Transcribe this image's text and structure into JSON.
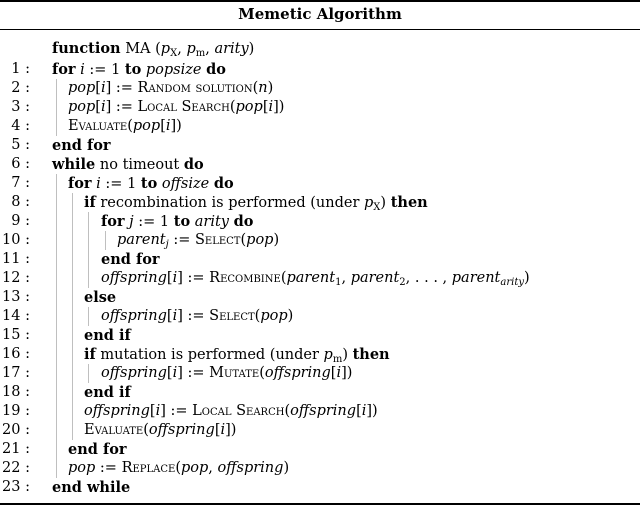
{
  "title": "Memetic Algorithm",
  "header": {
    "function_kw": "function",
    "name": "MA",
    "params": "(p_X, p_m, arity)"
  },
  "lines": [
    {
      "num": "1 :",
      "indent": 0,
      "text": "for i := 1 to popsize do"
    },
    {
      "num": "2 :",
      "indent": 1,
      "text": "pop[i] := Random solution(n)"
    },
    {
      "num": "3 :",
      "indent": 1,
      "text": "pop[i] := Local Search(pop[i])"
    },
    {
      "num": "4 :",
      "indent": 1,
      "text": "Evaluate(pop[i])"
    },
    {
      "num": "5 :",
      "indent": 0,
      "text": "end for"
    },
    {
      "num": "6 :",
      "indent": 0,
      "text": "while no timeout do"
    },
    {
      "num": "7 :",
      "indent": 1,
      "text": "for i := 1 to offsize do"
    },
    {
      "num": "8 :",
      "indent": 2,
      "text": "if recombination is performed (under p_X) then"
    },
    {
      "num": "9 :",
      "indent": 3,
      "text": "for j := 1 to arity do"
    },
    {
      "num": "10 :",
      "indent": 4,
      "text": "parent_j := Select(pop)"
    },
    {
      "num": "11 :",
      "indent": 3,
      "text": "end for"
    },
    {
      "num": "12 :",
      "indent": 3,
      "text": "offspring[i] := Recombine(parent_1, parent_2, ..., parent_arity)"
    },
    {
      "num": "13 :",
      "indent": 2,
      "text": "else"
    },
    {
      "num": "14 :",
      "indent": 3,
      "text": "offspring[i] := Select(pop)"
    },
    {
      "num": "15 :",
      "indent": 2,
      "text": "end if"
    },
    {
      "num": "16 :",
      "indent": 2,
      "text": "if mutation is performed (under p_m) then"
    },
    {
      "num": "17 :",
      "indent": 3,
      "text": "offspring[i] := Mutate(offspring[i])"
    },
    {
      "num": "18 :",
      "indent": 2,
      "text": "end if"
    },
    {
      "num": "19 :",
      "indent": 2,
      "text": "offspring[i] := Local Search(offspring[i])"
    },
    {
      "num": "20 :",
      "indent": 2,
      "text": "Evaluate(offspring[i])"
    },
    {
      "num": "21 :",
      "indent": 1,
      "text": "end for"
    },
    {
      "num": "22 :",
      "indent": 1,
      "text": "pop := Replace(pop, offspring)"
    },
    {
      "num": "23 :",
      "indent": 0,
      "text": "end while"
    }
  ]
}
